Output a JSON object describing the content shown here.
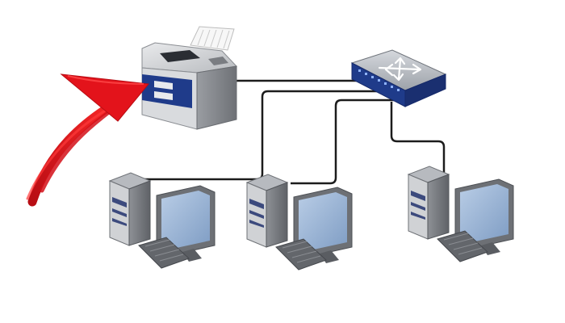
{
  "diagram": {
    "kind": "network-topology",
    "nodes": [
      {
        "id": "printer",
        "icon": "printer-icon",
        "label": ""
      },
      {
        "id": "switch",
        "icon": "network-switch-icon",
        "label": ""
      },
      {
        "id": "pc-left",
        "icon": "desktop-computer-icon",
        "label": ""
      },
      {
        "id": "pc-middle",
        "icon": "desktop-computer-icon",
        "label": ""
      },
      {
        "id": "pc-right",
        "icon": "desktop-computer-icon",
        "label": ""
      }
    ],
    "links": [
      {
        "from": "switch",
        "to": "printer"
      },
      {
        "from": "switch",
        "to": "pc-left"
      },
      {
        "from": "switch",
        "to": "pc-middle"
      },
      {
        "from": "switch",
        "to": "pc-right"
      }
    ],
    "highlight": {
      "target": "printer",
      "style": "red-arrow-icon"
    }
  },
  "colors": {
    "background": "#ffffff",
    "cable": "#1c1c1c",
    "device_body": "#8b8e93",
    "device_dark": "#5a5d62",
    "accent_blue": "#1f3b8a",
    "monitor_screen": "#9fb8d6",
    "arrow": "#e3131b"
  }
}
